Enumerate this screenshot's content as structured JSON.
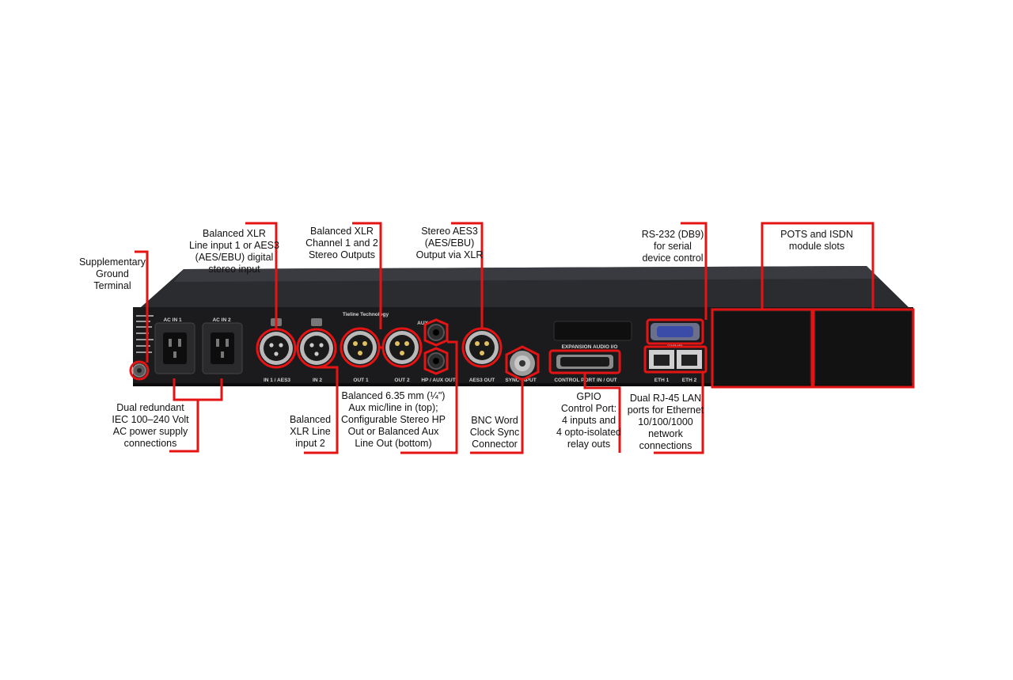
{
  "colors": {
    "callout_line": "#e41414",
    "chassis_body": "#1b1b1d",
    "chassis_top": "#2e2f33",
    "panel_print": "#d6d6d6",
    "background": "#ffffff"
  },
  "panel_labels": {
    "ac_in_1": "AC IN 1",
    "ac_in_2": "AC IN 2",
    "in1_aes3": "IN 1 / AES3",
    "in2": "IN 2",
    "out1": "OUT 1",
    "out2": "OUT 2",
    "aux": "AUX",
    "hp_aux_out": "HP / AUX OUT",
    "aes3_out": "AES3 OUT",
    "sync_input": "SYNC INPUT",
    "expansion_audio_io": "EXPANSION AUDIO I/O",
    "control_port": "CONTROL PORT IN / OUT",
    "rs232": "RS232",
    "eth1": "ETH 1",
    "eth2": "ETH 2",
    "brand": "Tieline Technology"
  },
  "callouts": {
    "ground": "Supplementary\nGround\nTerminal",
    "xlr_in1": "Balanced XLR\nLine input 1 or AES3\n(AES/EBU) digital\nstereo input",
    "xlr_out": "Balanced XLR\nChannel 1 and 2\nStereo Outputs",
    "aes3_out": "Stereo AES3\n(AES/EBU)\nOutput via XLR",
    "rs232": "RS-232 (DB9)\nfor serial\ndevice control",
    "module_slots": "POTS and ISDN\nmodule slots",
    "ac_power": "Dual redundant\nIEC 100–240 Volt\nAC power supply\nconnections",
    "xlr_in2": "Balanced\nXLR Line\ninput  2",
    "hp_aux": "Balanced  6.35 mm (¼\")\nAux mic/line in (top);\nConfigurable Stereo HP\nOut or Balanced Aux\nLine Out (bottom)",
    "bnc": "BNC Word\nClock Sync\nConnector",
    "gpio": "GPIO\nControl Port:\n4 inputs and\n4 opto-isolated\nrelay outs",
    "rj45": "Dual RJ-45  LAN\nports for Ethernet\n10/100/1000\nnetwork\nconnections"
  }
}
